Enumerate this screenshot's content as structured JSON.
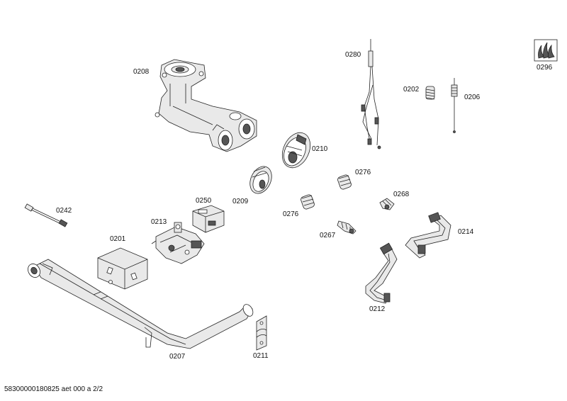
{
  "labels": {
    "p0208": "0208",
    "p0280": "0280",
    "p0202": "0202",
    "p0206": "0206",
    "p0296": "0296",
    "p0210": "0210",
    "p0276a": "0276",
    "p0268": "0268",
    "p0209": "0209",
    "p0276b": "0276",
    "p0242": "0242",
    "p0250": "0250",
    "p0213": "0213",
    "p0267": "0267",
    "p0214": "0214",
    "p0201": "0201",
    "p0212": "0212",
    "p0207": "0207",
    "p0211": "0211"
  },
  "footer": "58300000180825 aet 000 a 2/2",
  "icons": {
    "flame_symbol": "flame-icon"
  }
}
